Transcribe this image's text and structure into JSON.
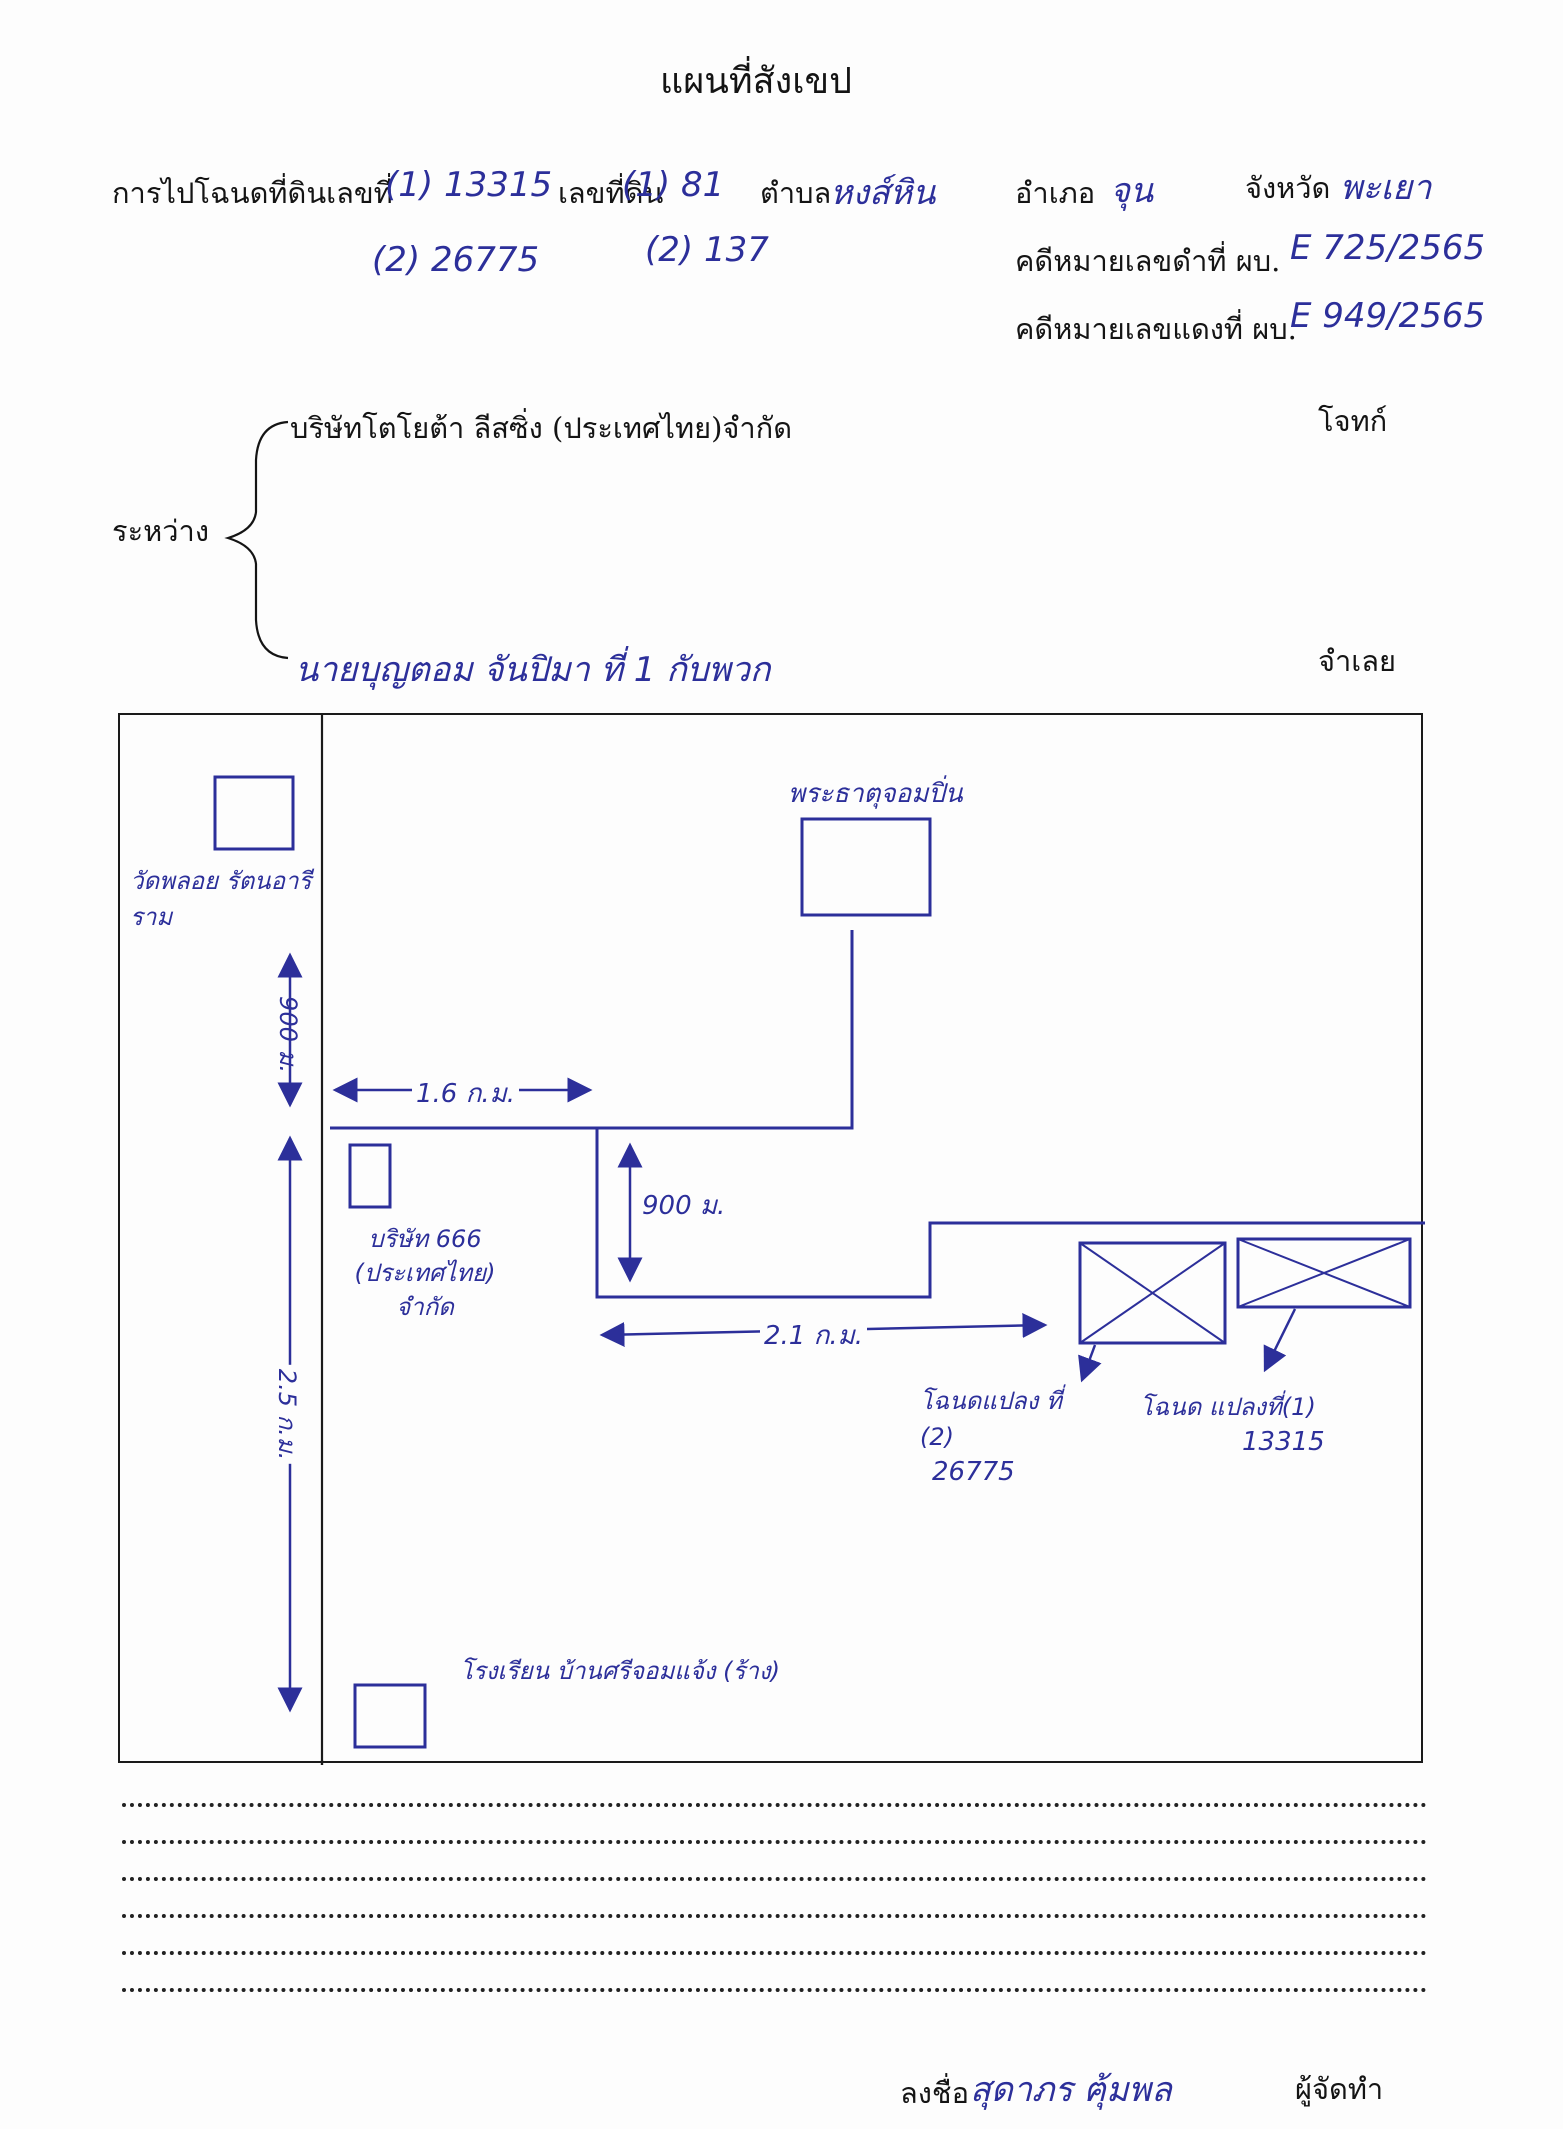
{
  "title": "แผนที่สังเขป",
  "header": {
    "label_deed": "การไปโฉนดที่ดินเลขที่",
    "deed_1": "(1) 13315",
    "deed_2": "(2) 26775",
    "label_land_no": "เลขที่ดิน",
    "land_no_1": "(1) 81",
    "land_no_2": "(2) 137",
    "label_subdistrict": "ตำบล",
    "subdistrict": "หงส์หิน",
    "label_district": "อำเภอ",
    "district": "จุน",
    "label_province": "จังหวัด",
    "province": "พะเยา",
    "label_black_case": "คดีหมายเลขดำที่ ผบ.",
    "black_case": "E 725/2565",
    "label_red_case": "คดีหมายเลขแดงที่ ผบ.",
    "red_case": "E 949/2565"
  },
  "parties": {
    "plaintiff": "บริษัทโตโยต้า ลีสซิ่ง (ประเทศไทย)จำกัด",
    "plaintiff_role": "โจทก์",
    "between_label": "ระหว่าง",
    "defendant": "นายบุญตอม จันปิมา ที่ 1 กับพวก",
    "defendant_role": "จำเลย"
  },
  "map": {
    "temple_label": "วัดพลอย รัตนอารีราม",
    "pagoda_label": "พระธาตุจอมปิ่น",
    "company_label": "บริษัท 666 (ประเทศไทย) จำกัด",
    "school_label": "โรงเรียน บ้านศรีจอมแจ้ง (ร้าง)",
    "dist_900_vertical": "900 ม.",
    "dist_16": "1.6 ก.ม.",
    "dist_900": "900 ม.",
    "dist_21": "2.1 ก.ม.",
    "dist_25": "2.5 ก.ม.",
    "deed2_label": "โฉนดแปลง ที่ (2)",
    "deed2_no": "26775",
    "deed1_label": "โฉนด แปลงที่(1)",
    "deed1_no": "13315"
  },
  "signature": {
    "label": "ลงชื่อ",
    "name": "สุดาภร ฅุ้มพล",
    "role": "ผู้จัดทำ"
  },
  "colors": {
    "ink_print": "#141414",
    "ink_pen": "#2c2f9a"
  }
}
